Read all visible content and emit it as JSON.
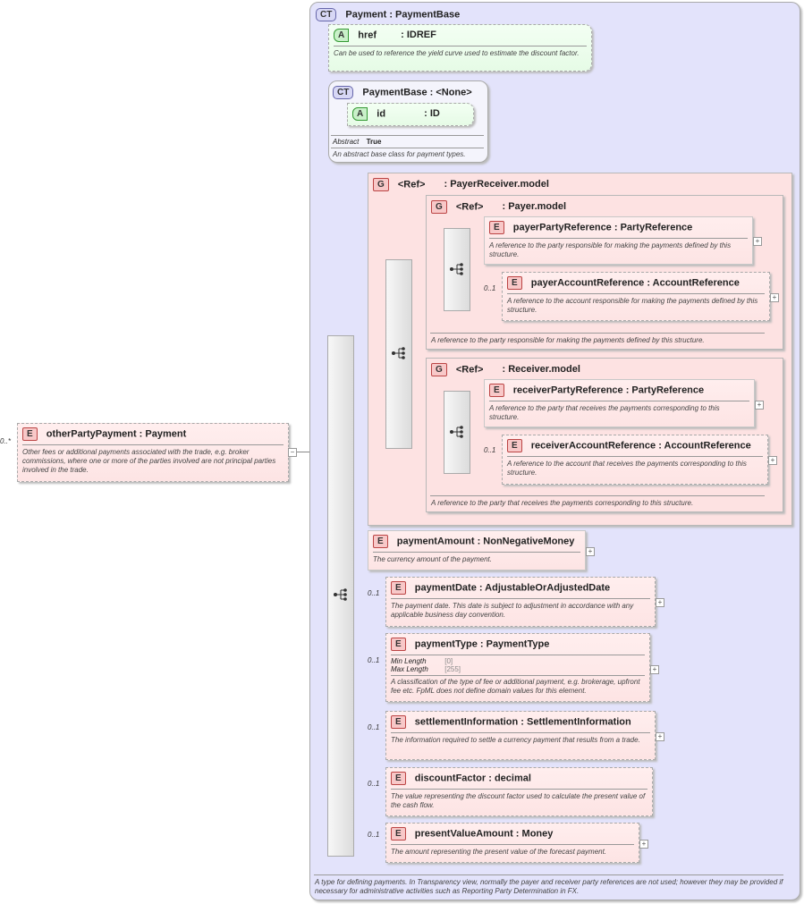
{
  "root": {
    "occurs": "0..*",
    "badge": "E",
    "name": "otherPartyPayment",
    "sep": ":",
    "type": "Payment",
    "description": "Other fees or additional payments associated with the trade, e.g. broker commissions, where one or more of the parties involved are not principal parties involved in the trade.",
    "collapse_symbol": "−"
  },
  "payment": {
    "badge": "CT",
    "title": "Payment : PaymentBase",
    "footer": "A type for defining payments. In Transparency view, normally the payer and receiver party references are not used; however they may be provided if necessary for administrative activities such as Reporting Party Determination in FX."
  },
  "href_attr": {
    "badge": "A",
    "name": "href",
    "type": ": IDREF",
    "description": "Can be used to reference the yield curve used to estimate the discount factor."
  },
  "payment_base": {
    "badge": "CT",
    "title": "PaymentBase : <None>",
    "attr_badge": "A",
    "attr_name": "id",
    "attr_type": ": ID",
    "abstract_label": "Abstract",
    "abstract_value": "True",
    "description": "An abstract base class for payment types."
  },
  "payer_receiver": {
    "badge": "G",
    "ref": "<Ref>",
    "name": ": PayerReceiver.model"
  },
  "payer_model": {
    "badge": "G",
    "ref": "<Ref>",
    "name": ": Payer.model",
    "description": "A reference to the party responsible for making the payments defined by this structure.",
    "items": [
      {
        "badge": "E",
        "title": "payerPartyReference : PartyReference",
        "occurs": "",
        "description": "A reference to the party responsible for making the payments defined by this structure."
      },
      {
        "badge": "E",
        "title": "payerAccountReference : AccountReference",
        "occurs": "0..1",
        "description": "A reference to the account responsible for making the payments defined by this structure."
      }
    ]
  },
  "receiver_model": {
    "badge": "G",
    "ref": "<Ref>",
    "name": ": Receiver.model",
    "description": "A reference to the party that receives the payments corresponding to this structure.",
    "items": [
      {
        "badge": "E",
        "title": "receiverPartyReference : PartyReference",
        "occurs": "",
        "description": "A reference to the party that receives the payments corresponding to this structure."
      },
      {
        "badge": "E",
        "title": "receiverAccountReference : AccountReference",
        "occurs": "0..1",
        "description": "A reference to the account that receives the payments corresponding to this structure."
      }
    ]
  },
  "elements": [
    {
      "badge": "E",
      "title": "paymentAmount : NonNegativeMoney",
      "occurs": "",
      "description": "The currency amount of the payment."
    },
    {
      "badge": "E",
      "title": "paymentDate : AdjustableOrAdjustedDate",
      "occurs": "0..1",
      "description": "The payment date. This date is subject to adjustment in accordance with any applicable business day convention."
    },
    {
      "badge": "E",
      "title": "paymentType : PaymentType",
      "occurs": "0..1",
      "min_label": "Min Length",
      "min_value": "[0]",
      "max_label": "Max Length",
      "max_value": "[255]",
      "description": "A classification of the type of fee or additional payment, e.g. brokerage, upfront fee etc. FpML does not define domain values for this element."
    },
    {
      "badge": "E",
      "title": "settlementInformation : SettlementInformation",
      "occurs": "0..1",
      "description": "The information required to settle a currency payment that results from a trade."
    },
    {
      "badge": "E",
      "title": "discountFactor : decimal",
      "occurs": "0..1",
      "description": "The value representing the discount factor used to calculate the present value of the cash flow."
    },
    {
      "badge": "E",
      "title": "presentValueAmount : Money",
      "occurs": "0..1",
      "description": "The amount representing the present value of the forecast payment."
    }
  ],
  "expand_symbol": "+"
}
